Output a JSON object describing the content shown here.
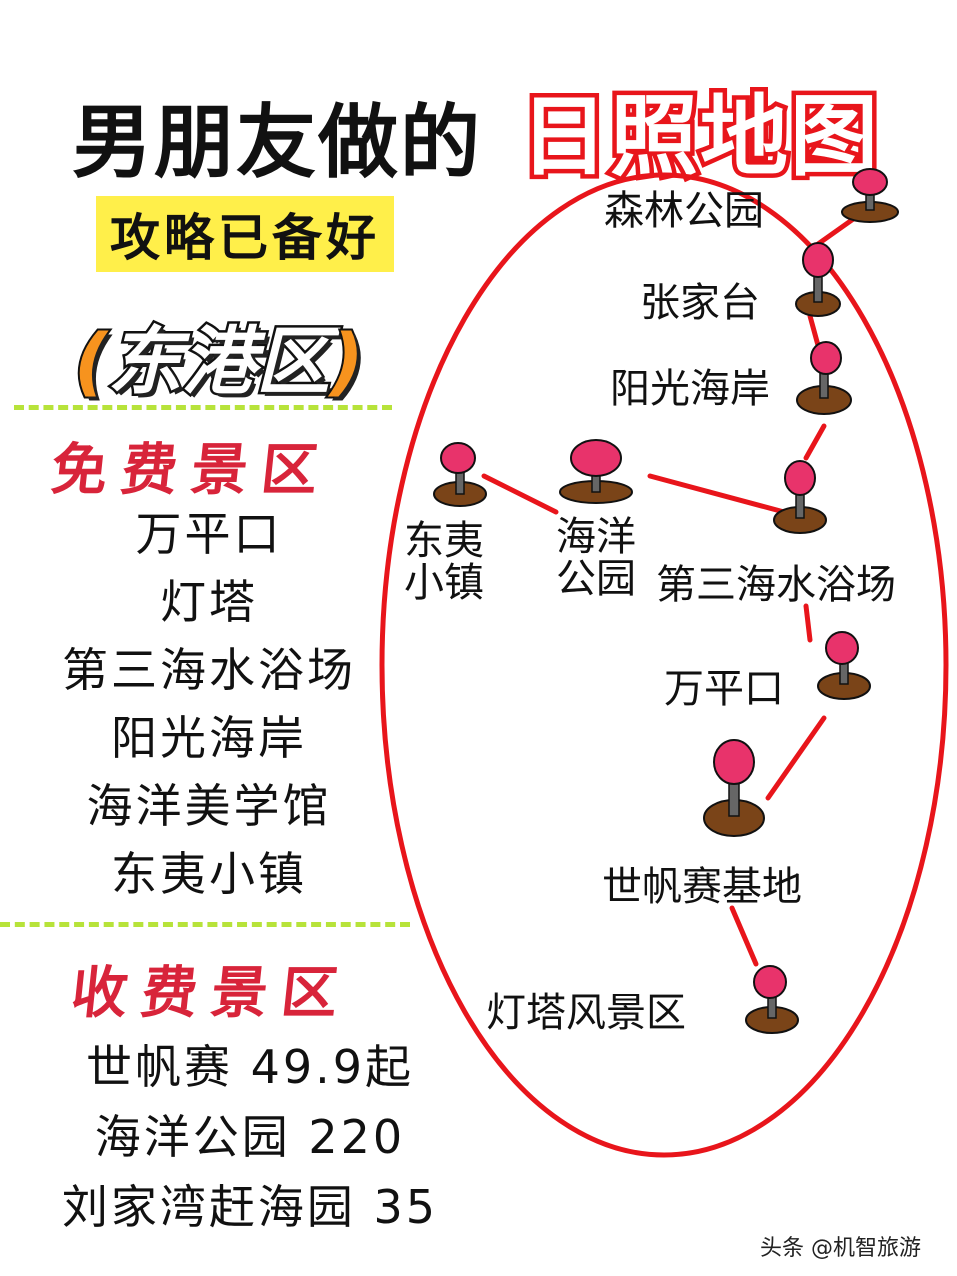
{
  "title": {
    "part1": "男朋友做的",
    "part2": "日照地图"
  },
  "subtitle": "攻略已备好",
  "district": {
    "open": "(",
    "name": "东港区",
    "close": ")"
  },
  "free": {
    "heading": "免费景区",
    "items": [
      "万平口",
      "灯塔",
      "第三海水浴场",
      "阳光海岸",
      "海洋美学馆",
      "东夷小镇"
    ]
  },
  "paid": {
    "heading": "收费景区",
    "items": [
      "世帆赛 49.9起",
      "海洋公园 220",
      "刘家湾赶海园 35"
    ]
  },
  "map": {
    "labels": {
      "forest_park": "森林公园",
      "zhangjiatai": "张家台",
      "sunny_coast": "阳光海岸",
      "dongyi_1": "东夷",
      "dongyi_2": "小镇",
      "ocean_1": "海洋",
      "ocean_2": "公园",
      "third_beach": "第三海水浴场",
      "wanpingkou": "万平口",
      "sailing_base": "世帆赛基地",
      "lighthouse_area": "灯塔风景区"
    }
  },
  "watermark": "头条 @机智旅游",
  "colors": {
    "title_red": "#e8151b",
    "highlight": "#ffef4a",
    "section_red": "#d8243a",
    "dash_green": "#b7e33a",
    "pin_head": "#e8336b",
    "pin_base": "#7a4418",
    "route": "#e8151b"
  }
}
